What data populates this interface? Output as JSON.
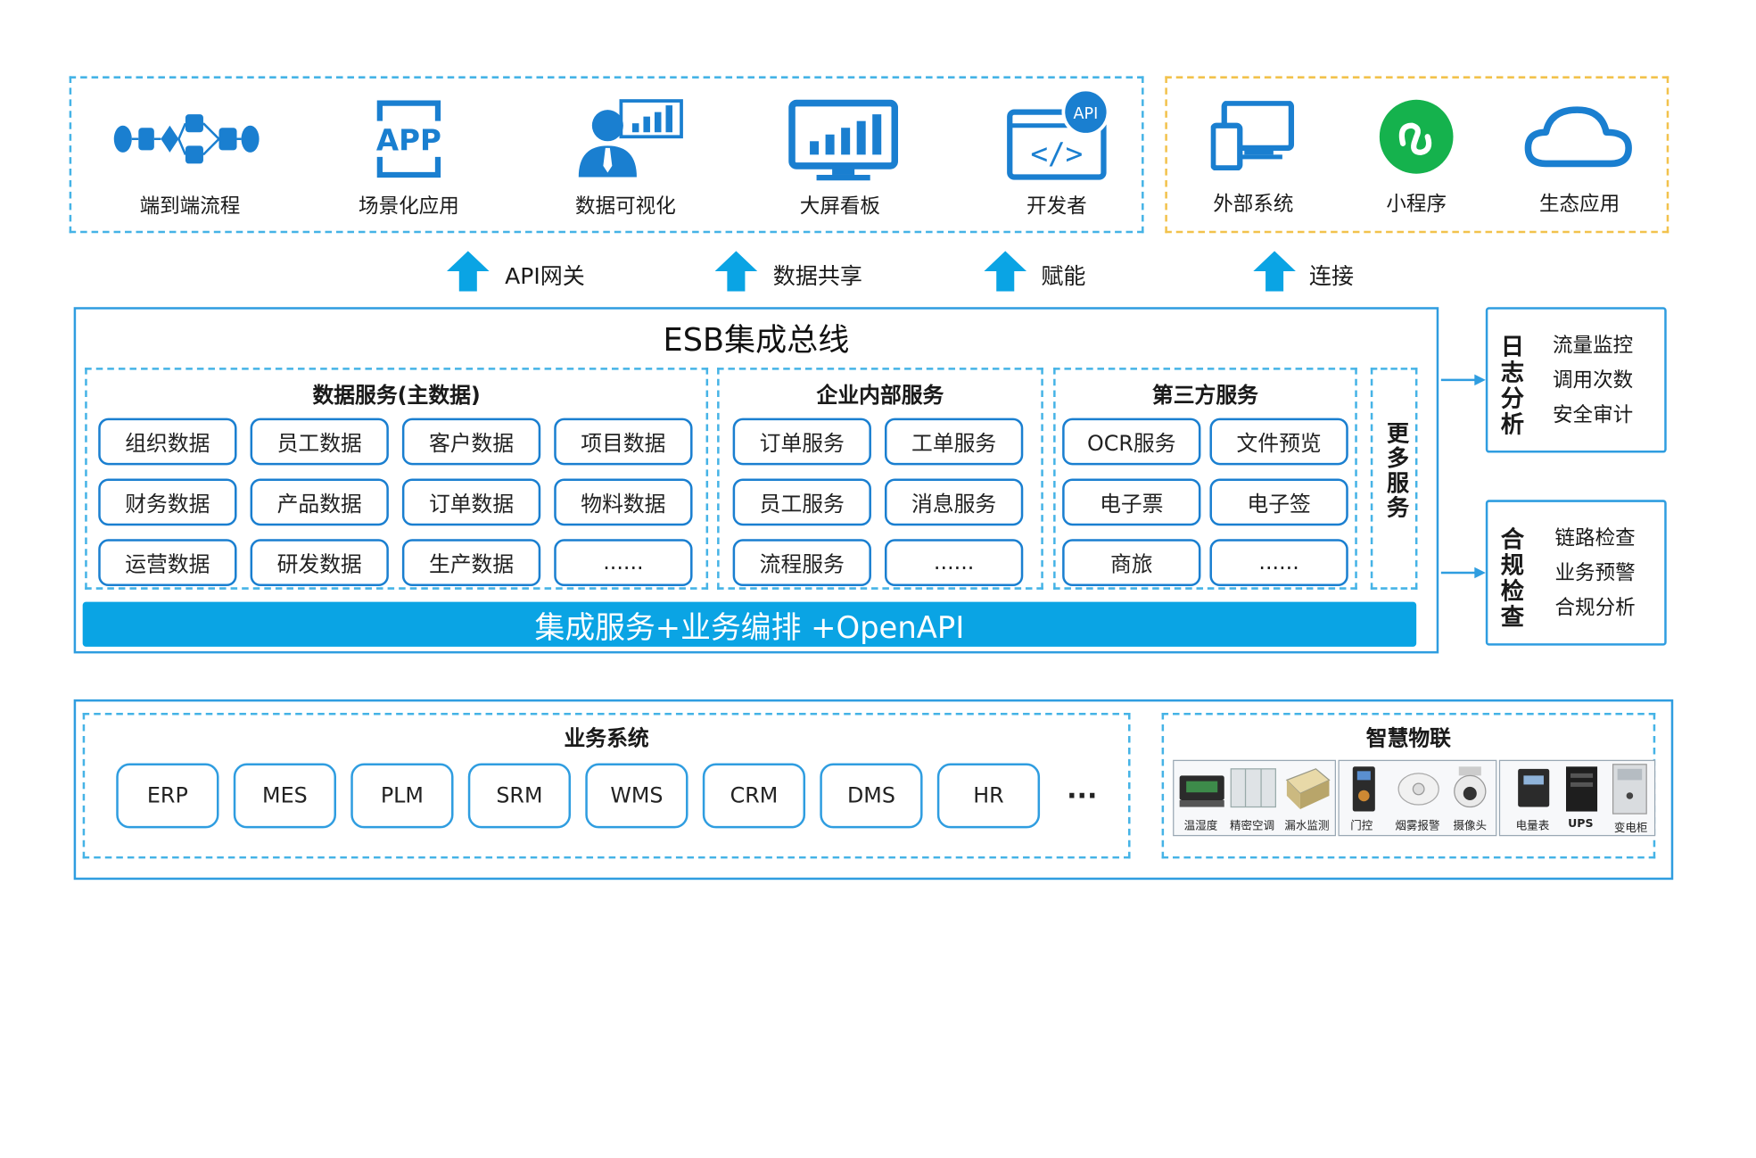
{
  "channels": [
    {
      "label": "端到端流程",
      "icon": "process-flow-icon"
    },
    {
      "label": "场景化应用",
      "icon": "app-icon"
    },
    {
      "label": "数据可视化",
      "icon": "presenter-chart-icon"
    },
    {
      "label": "大屏看板",
      "icon": "monitor-dashboard-icon"
    },
    {
      "label": "开发者",
      "icon": "api-code-icon"
    }
  ],
  "api_badge": "API",
  "app_text": "APP",
  "external": [
    {
      "label": "外部系统",
      "icon": "multi-device-icon"
    },
    {
      "label": "小程序",
      "icon": "mini-program-icon"
    },
    {
      "label": "生态应用",
      "icon": "cloud-icon"
    }
  ],
  "arrows": [
    "API网关",
    "数据共享",
    "赋能",
    "连接"
  ],
  "esb": {
    "title": "ESB集成总线",
    "data_services": {
      "title": "数据服务(主数据)",
      "items": [
        "组织数据",
        "员工数据",
        "客户数据",
        "项目数据",
        "财务数据",
        "产品数据",
        "订单数据",
        "物料数据",
        "运营数据",
        "研发数据",
        "生产数据",
        "......"
      ]
    },
    "internal_services": {
      "title": "企业内部服务",
      "items": [
        "订单服务",
        "工单服务",
        "员工服务",
        "消息服务",
        "流程服务",
        "......"
      ]
    },
    "third_party": {
      "title": "第三方服务",
      "items": [
        "OCR服务",
        "文件预览",
        "电子票",
        "电子签",
        "商旅",
        "......"
      ]
    },
    "more": "更多服务",
    "bar": "集成服务+业务编排 +OpenAPI"
  },
  "side_panels": [
    {
      "title": "日志分析",
      "items": [
        "流量监控",
        "调用次数",
        "安全审计"
      ]
    },
    {
      "title": "合规检查",
      "items": [
        "链路检查",
        "业务预警",
        "合规分析"
      ]
    }
  ],
  "business": {
    "title": "业务系统",
    "items": [
      "ERP",
      "MES",
      "PLM",
      "SRM",
      "WMS",
      "CRM",
      "DMS",
      "HR"
    ],
    "more": "···"
  },
  "iot": {
    "title": "智慧物联",
    "devices": [
      "温湿度",
      "精密空调",
      "漏水监测",
      "门控",
      "烟雾报警",
      "摄像头",
      "电量表",
      "UPS",
      "变电柜"
    ]
  },
  "colors": {
    "accent": "#0aa4e4",
    "border": "#2f9de0",
    "dash": "#45b3e6",
    "orange": "#f2c24c"
  }
}
